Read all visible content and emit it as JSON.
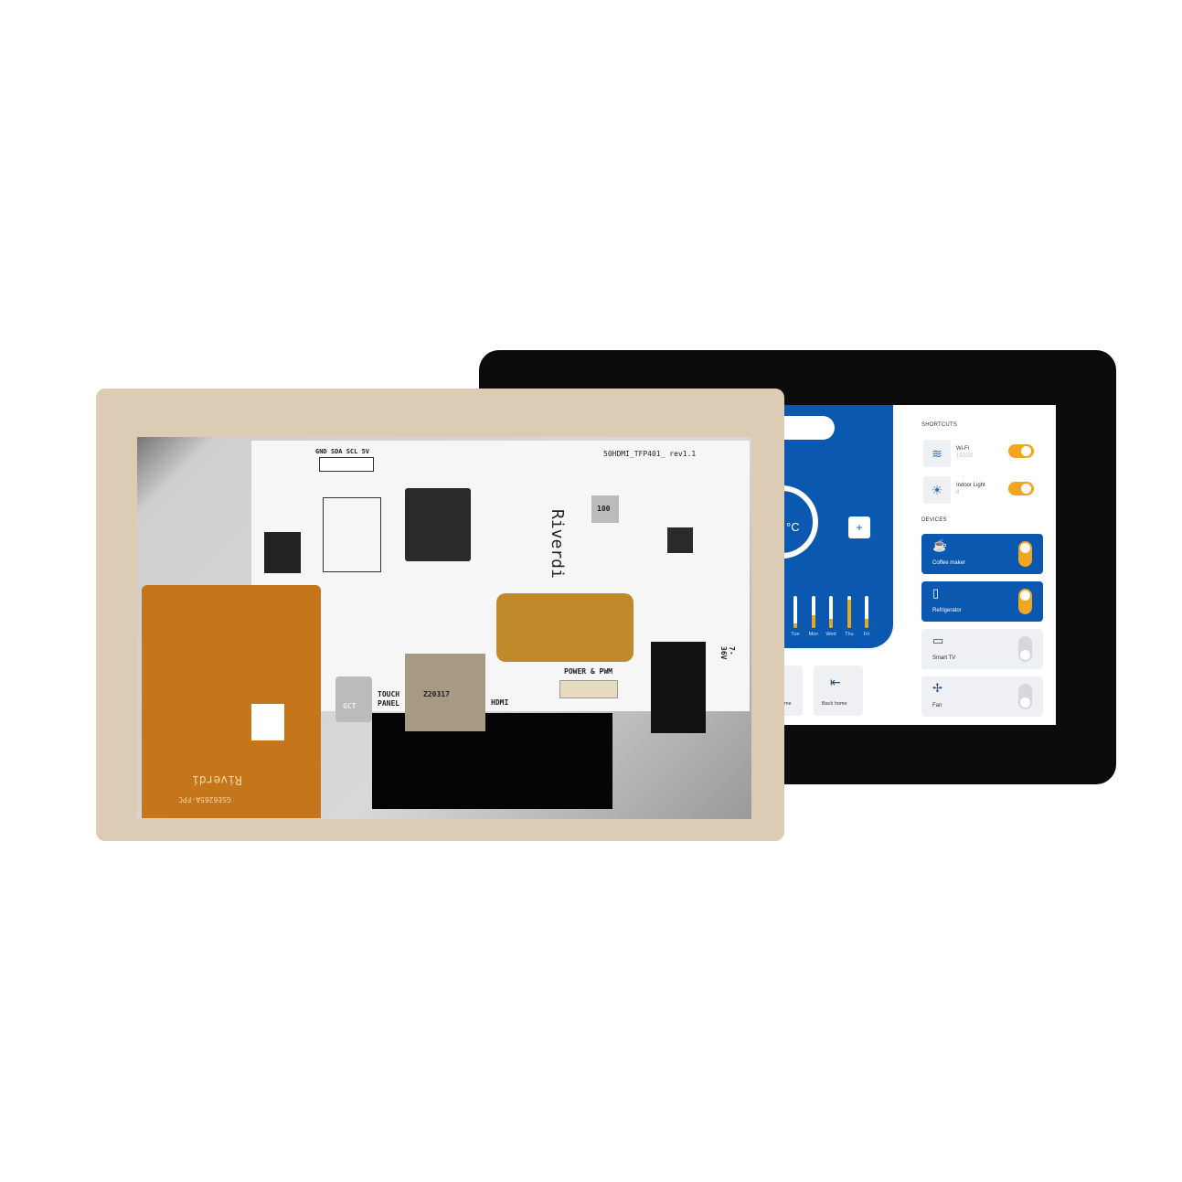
{
  "screen_ui": {
    "temperature_unit": "°C",
    "plus_label": "+",
    "days": [
      "Tue",
      "Mon",
      "Wed",
      "Thu",
      "Fri"
    ],
    "day_fill_percent": [
      15,
      40,
      30,
      90,
      30
    ],
    "quick_buttons": [
      {
        "label": "ome"
      },
      {
        "label": "Back home"
      }
    ],
    "shortcuts_title": "SHORTCUTS",
    "shortcuts": [
      {
        "name": "Wi-Fi",
        "sub": "150/20",
        "on": true
      },
      {
        "name": "Indoor Light",
        "sub": "8",
        "on": true
      }
    ],
    "devices_title": "DEVICES",
    "devices": [
      {
        "name": "Coffee maker",
        "on": true
      },
      {
        "name": "Refrigerator",
        "on": true
      },
      {
        "name": "Smart TV",
        "on": false
      },
      {
        "name": "Fan",
        "on": false
      }
    ]
  },
  "pcb": {
    "board_id": "50HDMI_TFP401_ rev1.1",
    "brand": "Riverdi",
    "i2c_header": "GND SDA SCL 5V",
    "power_label": "POWER & PWM",
    "hdmi_label": "HDMI",
    "touch_label": "TOUCH PANEL",
    "voltage_label": "7-36V",
    "hdmi_code": "Z20317",
    "usb_label": "GCT",
    "inductor_label": "100",
    "fpc_label": "GSE6265A-FPC"
  }
}
